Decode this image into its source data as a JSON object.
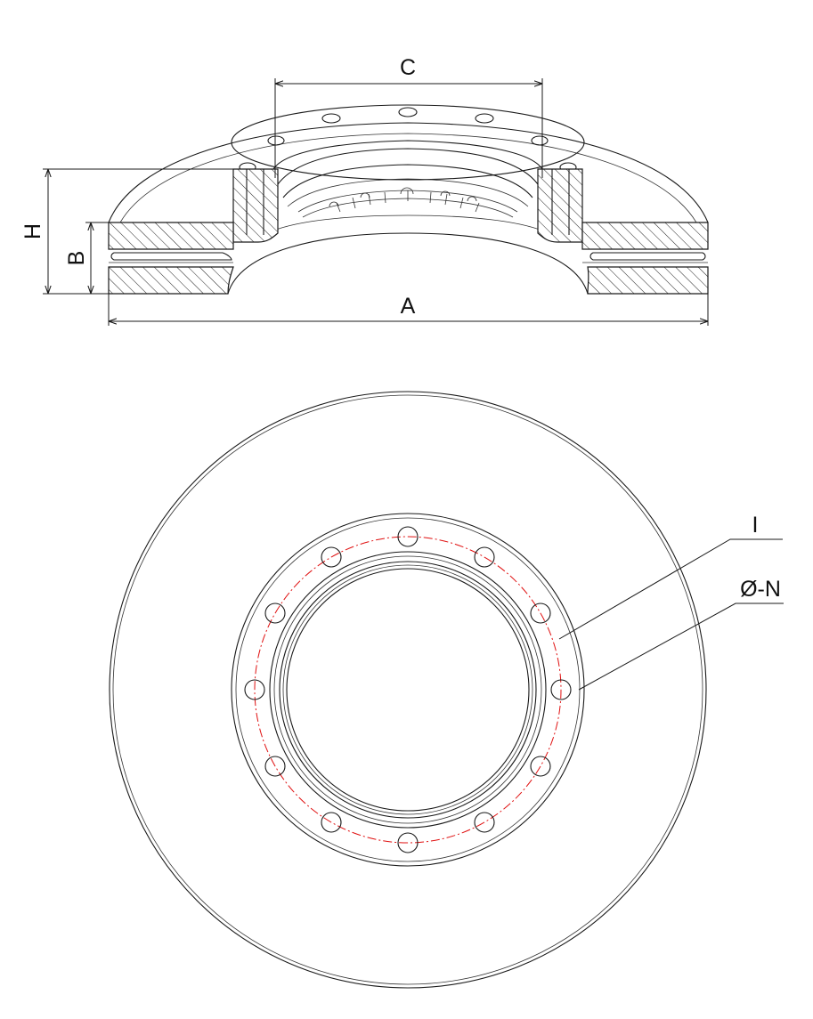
{
  "section_view": {
    "labels": {
      "outer_diameter": "A",
      "hub_height": "B",
      "total_height": "H",
      "center_bore": "C"
    }
  },
  "plan_view": {
    "labels": {
      "bolt_circle": "I",
      "bolt_hole": "Ø-N"
    },
    "bolt_hole_count": 12,
    "colors": {
      "bolt_circle_line": "#e01010",
      "outline": "#1a1a1a"
    }
  }
}
